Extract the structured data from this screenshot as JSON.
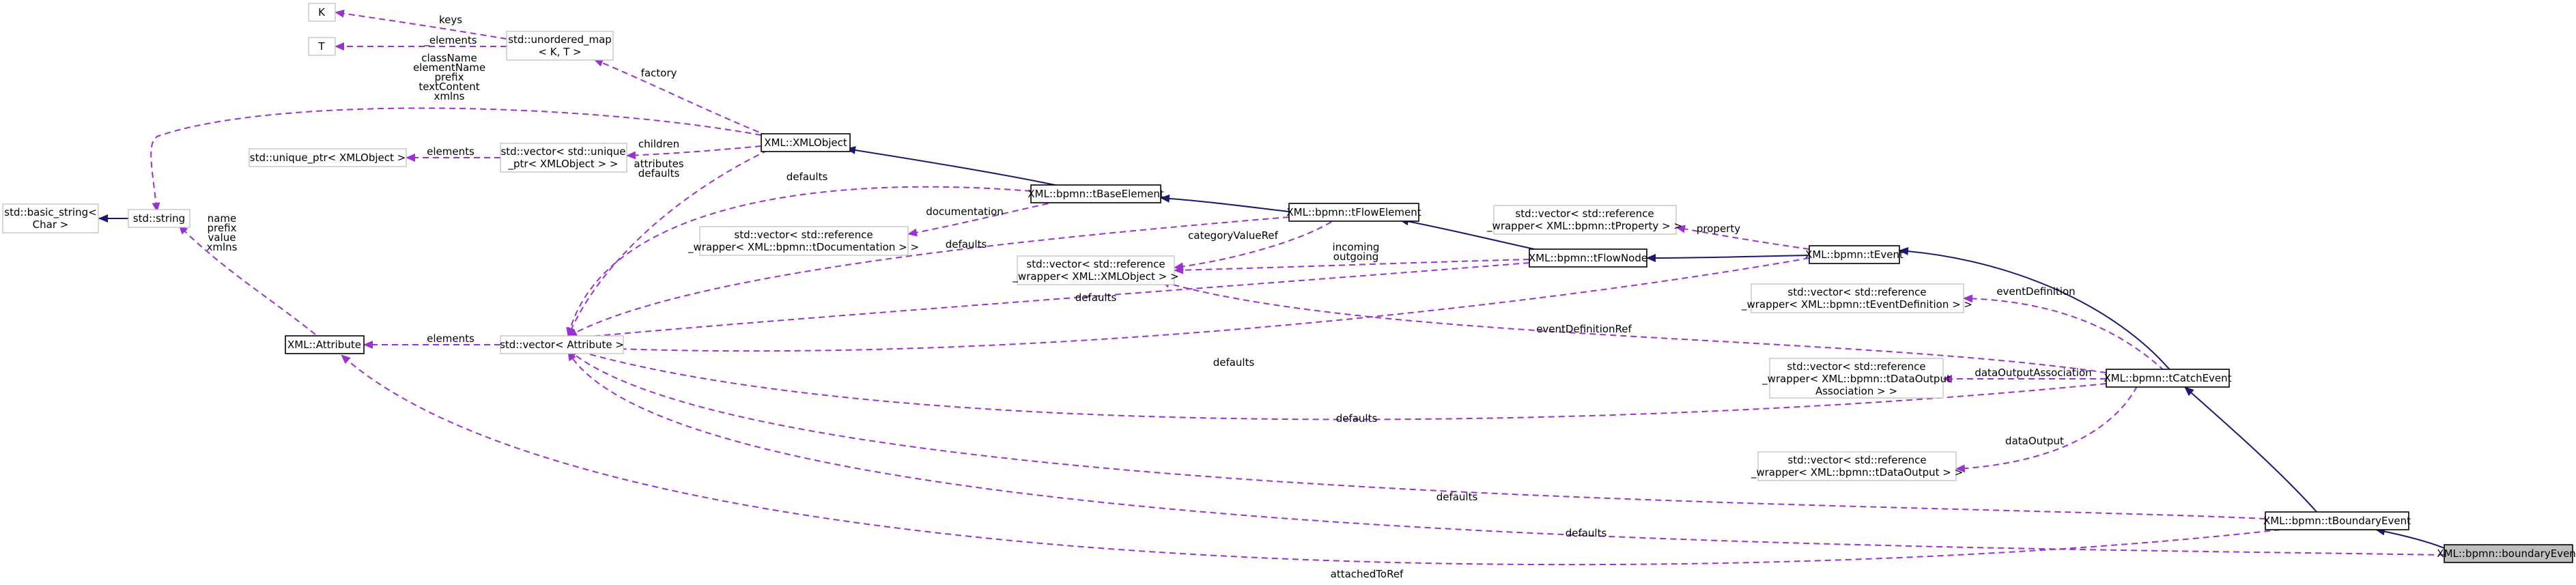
{
  "nodes": {
    "k": [
      "K"
    ],
    "t": [
      "T"
    ],
    "umap": [
      "std::unordered_map",
      "< K, T >"
    ],
    "basic_string": [
      "std::basic_string<",
      "Char >"
    ],
    "string": [
      "std::string"
    ],
    "uniqueptr": [
      "std::unique_ptr< XMLObject >"
    ],
    "vec_unique": [
      "std::vector< std::unique",
      "_ptr< XMLObject > >"
    ],
    "xmlobject": [
      "XML::XMLObject"
    ],
    "tbase": [
      "XML::bpmn::tBaseElement"
    ],
    "vec_doc": [
      "std::vector< std::reference",
      "_wrapper< XML::bpmn::tDocumentation > >"
    ],
    "tflowelem": [
      "XML::bpmn::tFlowElement"
    ],
    "vec_xmlobj": [
      "std::vector< std::reference",
      "_wrapper< XML::XMLObject > >"
    ],
    "tflownode": [
      "XML::bpmn::tFlowNode"
    ],
    "vec_prop": [
      "std::vector< std::reference",
      "_wrapper< XML::bpmn::tProperty > >"
    ],
    "tevent": [
      "XML::bpmn::tEvent"
    ],
    "vec_evdef": [
      "std::vector< std::reference",
      "_wrapper< XML::bpmn::tEventDefinition > >"
    ],
    "attribute": [
      "XML::Attribute"
    ],
    "vec_attr": [
      "std::vector< Attribute >"
    ],
    "vec_doa": [
      "std::vector< std::reference",
      "_wrapper< XML::bpmn::tDataOutput",
      "Association > >"
    ],
    "tcatch": [
      "XML::bpmn::tCatchEvent"
    ],
    "vec_do": [
      "std::vector< std::reference",
      "_wrapper< XML::bpmn::tDataOutput > >"
    ],
    "tboundary": [
      "XML::bpmn::tBoundaryEvent"
    ],
    "boundary": [
      "XML::bpmn::boundaryEvent"
    ]
  },
  "edge_labels": {
    "keys": [
      "keys"
    ],
    "elements_t": [
      "_elements"
    ],
    "factory": [
      "factory"
    ],
    "xmlobj_members": [
      "className",
      "elementName",
      "prefix",
      "textContent",
      "xmlns"
    ],
    "elements_unique": [
      "elements"
    ],
    "children": [
      "children"
    ],
    "attributes_defaults": [
      "attributes",
      "defaults"
    ],
    "defaults_base": [
      "defaults"
    ],
    "documentation": [
      "documentation"
    ],
    "defaults_flowelem": [
      "defaults"
    ],
    "category": [
      "categoryValueRef"
    ],
    "incoming": [
      "incoming",
      "outgoing"
    ],
    "defaults_flownode": [
      "defaults"
    ],
    "property": [
      "property"
    ],
    "defaults_event": [
      "defaults"
    ],
    "eventdef": [
      "eventDefinition"
    ],
    "eventdefref": [
      "eventDefinitionRef"
    ],
    "attr_members": [
      "name",
      "prefix",
      "value",
      "xmlns"
    ],
    "elements_attr": [
      "elements"
    ],
    "doa": [
      "dataOutputAssociation"
    ],
    "defaults_catch": [
      "defaults"
    ],
    "dataoutput": [
      "dataOutput"
    ],
    "defaults_tboundary": [
      "defaults"
    ],
    "defaults_boundary": [
      "defaults"
    ],
    "attachedtoref": [
      "attachedToRef"
    ]
  }
}
